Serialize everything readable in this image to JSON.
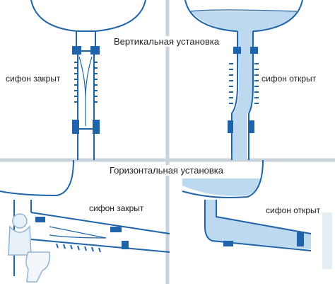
{
  "labels": {
    "vertical_title": "Вертикальная установка",
    "horizontal_title": "Горизонтальная установка",
    "top_left": "сифон закрыт",
    "top_right": "сифон открыт",
    "bottom_left": "сифон закрыт",
    "bottom_right": "сифон открыт"
  },
  "icons": [
    "plumber-mascot-icon",
    "toilet-icon",
    "watermark-logo"
  ],
  "colors": {
    "pipe_outline": "#1f63a8",
    "water": "#bcd9ef",
    "background": "#ffffff",
    "divider": "#c9d3de"
  }
}
